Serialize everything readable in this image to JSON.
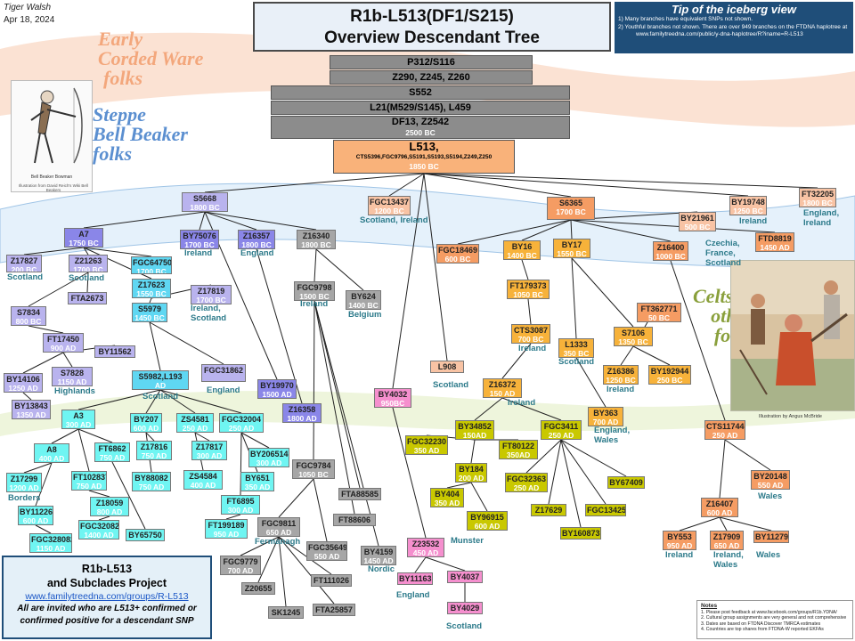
{
  "author": "Tiger Walsh",
  "date": "Apr 18, 2024",
  "title": "R1b-L513(DF1/S215)",
  "subtitle": "Overview Descendant Tree",
  "tip_title": "Tip of the iceberg view",
  "tip_line1": "1) Many branches have equivalent SNPs not shown.",
  "tip_line2": "2) Youthful branches not shown. There are over 949 branches on the FTDNA haplotree at",
  "tip_line3": "www.familytreedna.com/public/y-dna-haplotree/R?iname=R-L513",
  "eras": {
    "corded_line1": "Early",
    "corded_line2": "Corded Ware",
    "corded_line3": "folks",
    "steppe_line1": "Steppe",
    "steppe_line2": "Bell Beaker",
    "steppe_line3": "folks",
    "celts_line1": "Celts &",
    "celts_line2": "other",
    "celts_line3": "folks"
  },
  "illustration_credit_left": "Illustration from David Reich's Wiki Bell Beakers",
  "archer_caption": "Bell Beaker Bowman",
  "illustration_credit_right": "Illustration by Angus McBride",
  "trunk": [
    {
      "name": "P312/S116",
      "date": ""
    },
    {
      "name": "Z290, Z245, Z260",
      "date": ""
    },
    {
      "name": "S552",
      "date": ""
    },
    {
      "name": "L21(M529/S145), L459",
      "date": ""
    },
    {
      "name": "DF13, Z2542",
      "date": "2500 BC"
    }
  ],
  "root": {
    "name": "L513,",
    "sub": "CTS5396,FGC9796,S5191,S5193,S5194,Z249,Z250",
    "date": "1850 BC"
  },
  "nodes": {
    "S5668": {
      "name": "S5668",
      "date": "1800 BC"
    },
    "A7": {
      "name": "A7",
      "date": "1750 BC"
    },
    "Z17827": {
      "name": "Z17827",
      "date": "200 BC"
    },
    "Z21263": {
      "name": "Z21263",
      "date": "1700 BC"
    },
    "FGC64750": {
      "name": "FGC64750",
      "date": "1700 BC"
    },
    "FTA2673": {
      "name": "FTA2673",
      "date": ""
    },
    "S7834": {
      "name": "S7834",
      "date": "800 BC"
    },
    "FT17450": {
      "name": "FT17450",
      "date": "900 AD"
    },
    "BY11562": {
      "name": "BY11562",
      "date": ""
    },
    "BY14106": {
      "name": "BY14106",
      "date": "1250 AD"
    },
    "S7828": {
      "name": "S7828",
      "date": "1150 AD"
    },
    "BY13843": {
      "name": "BY13843",
      "date": "1350 AD"
    },
    "Z17623": {
      "name": "Z17623",
      "date": "1550 BC"
    },
    "S5979": {
      "name": "S5979",
      "date": "1450 BC"
    },
    "Z17819": {
      "name": "Z17819",
      "date": "1700 BC"
    },
    "S5982": {
      "name": "S5982,L193",
      "date": "AD"
    },
    "FGC31862": {
      "name": "FGC31862",
      "date": ""
    },
    "A3": {
      "name": "A3",
      "date": "300 AD"
    },
    "A8": {
      "name": "A8",
      "date": "400 AD"
    },
    "Z17299": {
      "name": "Z17299",
      "date": "1200 AD"
    },
    "FT102837": {
      "name": "FT102837",
      "date": "750 AD"
    },
    "FT6862": {
      "name": "FT6862",
      "date": "750 AD"
    },
    "BY11226": {
      "name": "BY11226",
      "date": "600 AD"
    },
    "Z18059": {
      "name": "Z18059",
      "date": "800 AD"
    },
    "FGC32082": {
      "name": "FGC32082",
      "date": "1400 AD"
    },
    "FGC328082": {
      "name": "FGC328082",
      "date": "1150 AD"
    },
    "BY65750": {
      "name": "BY65750",
      "date": ""
    },
    "BY207": {
      "name": "BY207",
      "date": "600 AD"
    },
    "ZS4581": {
      "name": "ZS4581",
      "date": "250 AD"
    },
    "FGC32004": {
      "name": "FGC32004",
      "date": "250 AD"
    },
    "Z17816": {
      "name": "Z17816",
      "date": "750 AD"
    },
    "Z17817": {
      "name": "Z17817",
      "date": "300 AD"
    },
    "BY88082": {
      "name": "BY88082",
      "date": "750 AD"
    },
    "ZS4584": {
      "name": "ZS4584",
      "date": "400 AD"
    },
    "BY206514": {
      "name": "BY206514",
      "date": "300 AD"
    },
    "BY651": {
      "name": "BY651",
      "date": "350 AD"
    },
    "FT6895": {
      "name": "FT6895",
      "date": "300 AD"
    },
    "FT199189": {
      "name": "FT199189",
      "date": "950 AD"
    },
    "BY75076": {
      "name": "BY75076",
      "date": "1700 BC"
    },
    "Z16357": {
      "name": "Z16357",
      "date": "1800 BC"
    },
    "Z16340": {
      "name": "Z16340",
      "date": "1800 BC"
    },
    "FGC9798": {
      "name": "FGC9798",
      "date": "1500 BC"
    },
    "BY624": {
      "name": "BY624",
      "date": "1400 BC"
    },
    "BY19970": {
      "name": "BY19970",
      "date": "1500 AD"
    },
    "Z16358": {
      "name": "Z16358",
      "date": "1800 AD"
    },
    "FGC9784": {
      "name": "FGC9784",
      "date": "1050 BC"
    },
    "FTA88585": {
      "name": "FTA88585",
      "date": ""
    },
    "FT88606": {
      "name": "FT88606",
      "date": ""
    },
    "FGC9811": {
      "name": "FGC9811",
      "date": "650 AD"
    },
    "FGC35649": {
      "name": "FGC35649",
      "date": "550 AD"
    },
    "BY4159": {
      "name": "BY4159",
      "date": "1450 AD"
    },
    "FGC9779": {
      "name": "FGC9779",
      "date": "700 AD"
    },
    "Z20655": {
      "name": "Z20655",
      "date": ""
    },
    "FT111026": {
      "name": "FT111026",
      "date": ""
    },
    "SK1245": {
      "name": "SK1245",
      "date": ""
    },
    "FTA25857": {
      "name": "FTA25857",
      "date": ""
    },
    "FGC13437": {
      "name": "FGC13437",
      "date": "1200 BC"
    },
    "FGC18469": {
      "name": "FGC18469",
      "date": "600 BC"
    },
    "L908": {
      "name": "L908",
      "date": ""
    },
    "BY4032": {
      "name": "BY4032",
      "date": "950BC"
    },
    "Z23532": {
      "name": "Z23532",
      "date": "450 AD"
    },
    "BY11163": {
      "name": "BY11163",
      "date": ""
    },
    "BY4037": {
      "name": "BY4037",
      "date": ""
    },
    "BY4029": {
      "name": "BY4029",
      "date": ""
    },
    "S6365": {
      "name": "S6365",
      "date": "1700 BC"
    },
    "BY16": {
      "name": "BY16",
      "date": "1400 BC"
    },
    "BY17": {
      "name": "BY17",
      "date": "1550 BC"
    },
    "FT179373": {
      "name": "FT179373",
      "date": "1050 BC"
    },
    "CTS3087": {
      "name": "CTS3087",
      "date": "700 BC"
    },
    "Z16372": {
      "name": "Z16372",
      "date": "150 AD"
    },
    "BY34852": {
      "name": "BY34852",
      "date": "150AD"
    },
    "FGC32230": {
      "name": "FGC32230",
      "date": "350 AD"
    },
    "BY184": {
      "name": "BY184",
      "date": "200 AD"
    },
    "BY404": {
      "name": "BY404",
      "date": "350 AD"
    },
    "BY96915": {
      "name": "BY96915",
      "date": "600 AD"
    },
    "FT80122": {
      "name": "FT80122",
      "date": "350AD"
    },
    "FGC3411": {
      "name": "FGC3411",
      "date": "250 AD"
    },
    "FGC32363": {
      "name": "FGC32363",
      "date": "250 AD"
    },
    "Z17629": {
      "name": "Z17629",
      "date": ""
    },
    "BY160873": {
      "name": "BY160873",
      "date": ""
    },
    "FGC13425": {
      "name": "FGC13425",
      "date": ""
    },
    "BY67409": {
      "name": "BY67409",
      "date": ""
    },
    "L1333": {
      "name": "L1333",
      "date": "350 BC"
    },
    "S7106": {
      "name": "S7106",
      "date": "1350 BC"
    },
    "FT362771": {
      "name": "FT362771",
      "date": "50 BC"
    },
    "Z16386": {
      "name": "Z16386",
      "date": "1250 BC"
    },
    "BY192944": {
      "name": "BY192944",
      "date": "250 BC"
    },
    "BY363": {
      "name": "BY363",
      "date": "700 AD"
    },
    "BY21961": {
      "name": "BY21961",
      "date": "500 BC"
    },
    "BY19748": {
      "name": "BY19748",
      "date": "1250 BC"
    },
    "FT32205": {
      "name": "FT32205",
      "date": "1800 BC"
    },
    "FTD8819": {
      "name": "FTD8819",
      "date": "1450 AD"
    },
    "Z16400": {
      "name": "Z16400",
      "date": "1000 BC"
    },
    "CTS11744": {
      "name": "CTS11744",
      "date": "250 AD"
    },
    "BY20148": {
      "name": "BY20148",
      "date": "550 AD"
    },
    "Z16407": {
      "name": "Z16407",
      "date": "600 AD"
    },
    "BY553": {
      "name": "BY553",
      "date": "950 AD"
    },
    "Z17909": {
      "name": "Z17909",
      "date": "650 AD"
    },
    "BY11279": {
      "name": "BY11279",
      "date": ""
    }
  },
  "locations": {
    "scotland_z17827": "Scotland",
    "scotland_z21263": "Scotland",
    "highlands": "Highlands",
    "ireland_scotland_z17819_1": "Ireland,",
    "ireland_scotland_z17819_2": "Scotland",
    "england_fgc31862": "England",
    "scotland_s5982": "Scotland",
    "borders": "Borders",
    "ireland_by75076": "Ireland",
    "england_z16357": "England",
    "ireland_fgc9798": "Ireland",
    "belgium": "Belgium",
    "fermanagh": "Fermanagh",
    "nordic": "Nordic",
    "scotland_ireland_fgc13437": "Scotland, Ireland",
    "scotland_l908": "Scotland",
    "munster": "Munster",
    "england_by11163": "England",
    "scotland_by4029": "Scotland",
    "ireland_cts3087": "Ireland",
    "ireland_z16372": "Ireland",
    "england_wales_by363_1": "England,",
    "england_wales_by363_2": "Wales",
    "scotland_l1333": "Scotland",
    "ireland_z16386": "Ireland",
    "czechia_1": "Czechia,",
    "czechia_2": "France,",
    "czechia_3": "Scotland",
    "ireland_by19748": "Ireland",
    "england_ireland_ft32205_1": "England,",
    "england_ireland_ft32205_2": "Ireland",
    "wales_by20148": "Wales",
    "ireland_by553": "Ireland",
    "ireland_wales_z17909_1": "Ireland,",
    "ireland_wales_z17909_2": "Wales",
    "wales_by11279": "Wales"
  },
  "project": {
    "title_line1": "R1b-L513",
    "title_line2": "and Subclades Project",
    "link": "www.familytreedna.com/groups/R-L513",
    "invite_line1": "All are invited who are L513+ confirmed or",
    "invite_line2": "confirmed positive for a descendant SNP"
  },
  "notes": {
    "title": "Notes",
    "line1": "1. Please post feedback at www.facebook.com/groups/R1b.YDNA/",
    "line2": "2. Cultural group assignments are very general and not comprehensive",
    "line3": "3. Dates are based on FTDNA Discover TMRCA estimates",
    "line4": "4. Countries are top shares from FTDNA-W reported EKFAs"
  },
  "colors": {
    "trunk": "#8c8c8c",
    "root": "#f9b27a",
    "lavender": "#b9b3ee",
    "blue_violet": "#8a86e8",
    "cyan": "#5fd7f2",
    "aqua": "#6ff5f2",
    "gray": "#a6a6a6",
    "peach": "#f8c3a4",
    "orange": "#f59c63",
    "pink": "#f58fce",
    "gold": "#f7b23a",
    "olive": "#c9c800",
    "location_text": "#2c7a8a",
    "title_bg": "#e9f0f8",
    "tip_bg": "#1f4e79"
  }
}
